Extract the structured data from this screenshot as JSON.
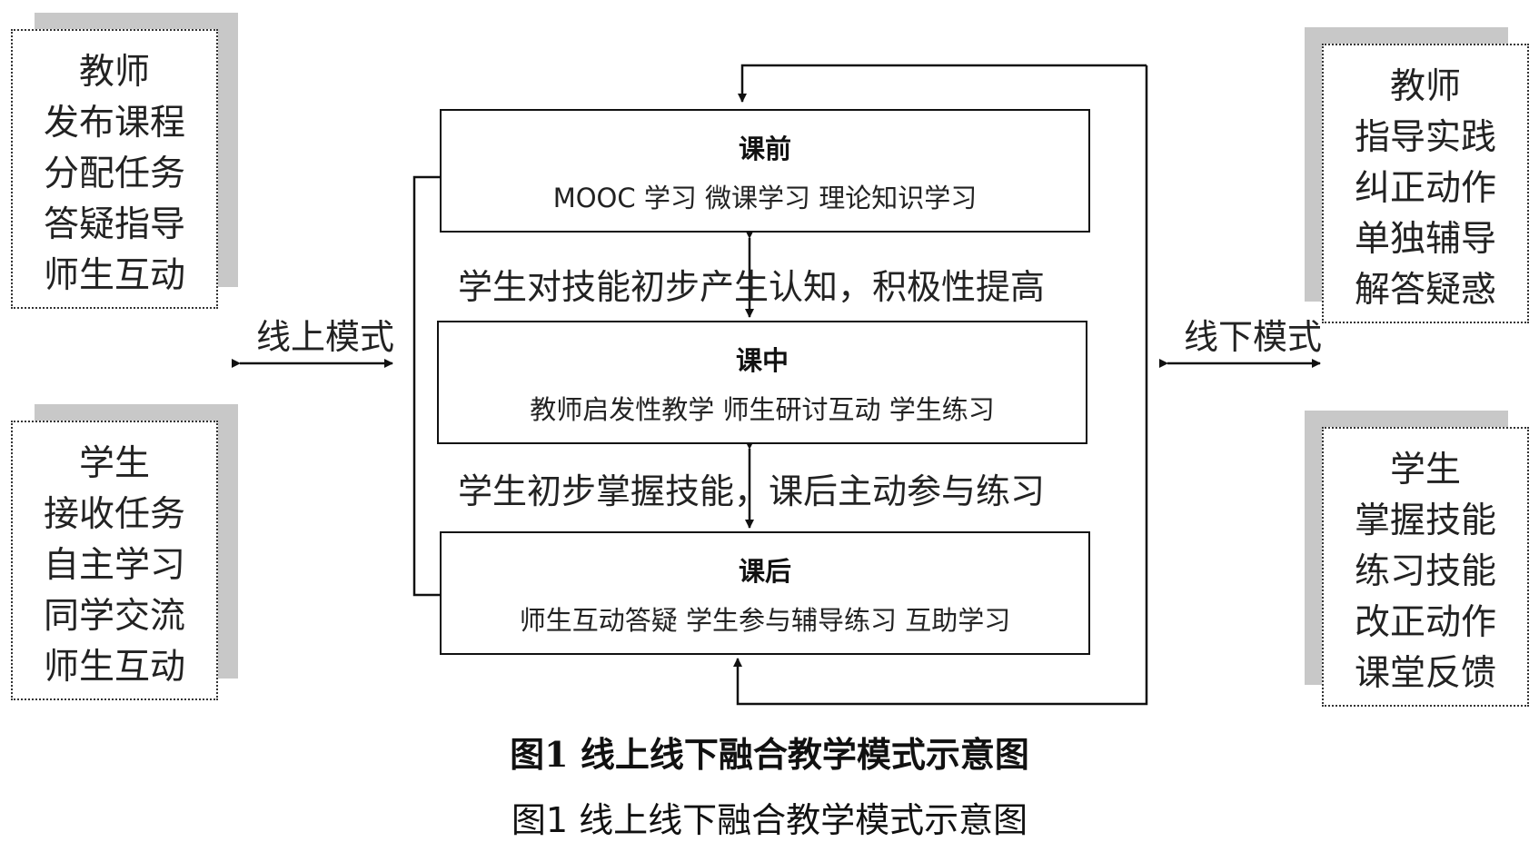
{
  "left_top_box": {
    "lines": [
      "教师",
      "发布课程",
      "分配任务",
      "答疑指导",
      "师生互动"
    ]
  },
  "left_bottom_box": {
    "lines": [
      "学生",
      "接收任务",
      "自主学习",
      "同学交流",
      "师生互动"
    ]
  },
  "right_top_box": {
    "lines": [
      "教师",
      "指导实践",
      "纠正动作",
      "单独辅导",
      "解答疑惑"
    ]
  },
  "right_bottom_box": {
    "lines": [
      "学生",
      "掌握技能",
      "练习技能",
      "改正动作",
      "课堂反馈"
    ]
  },
  "left_mode_label": "线上模式",
  "right_mode_label": "线下模式",
  "stages": [
    {
      "title": "课前",
      "items": "MOOC 学习  微课学习  理论知识学习"
    },
    {
      "title": "课中",
      "items": "教师启发性教学  师生研讨互动  学生练习"
    },
    {
      "title": "课后",
      "items": "师生互动答疑  学生参与辅导练习  互助学习"
    }
  ],
  "transition_notes": [
    "学生对技能初步产生认知，积极性提高",
    "学生初步掌握技能，课后主动参与练习"
  ],
  "caption_bold": "图1  线上线下融合教学模式示意图",
  "caption_plain": "图1  线上线下融合教学模式示意图"
}
